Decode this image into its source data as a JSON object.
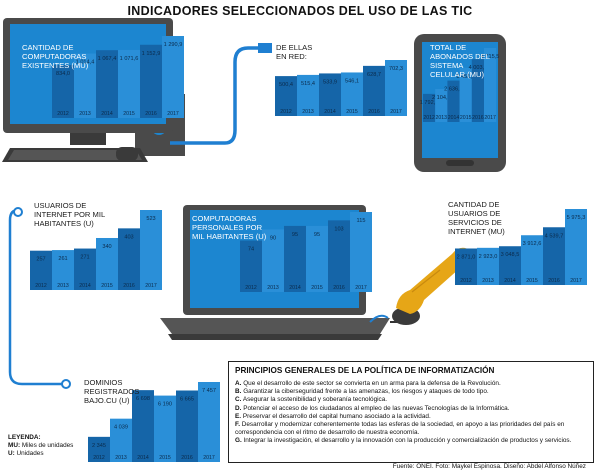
{
  "title": "INDICADORES SELECCIONADOS DEL USO DE LAS TIC",
  "colors": {
    "bar_dark": "#1565a8",
    "bar_light": "#2a8fd8",
    "screen": "#1c86d0",
    "device": "#4a4a4a",
    "cable": "#1f7fd1",
    "hand": "#e6a617"
  },
  "chart_data": [
    {
      "type": "bar",
      "title": "CANTIDAD DE COMPUTADORAS EXISTENTES (MU)",
      "categories": [
        "2012",
        "2013",
        "2014",
        "2015",
        "2016",
        "2017"
      ],
      "values": [
        834.0,
        1014.4,
        1067.4,
        1071.6,
        1152.9,
        1290.9
      ],
      "value_labels": [
        "834,0",
        "1 014,4",
        "1 067,4",
        "1 071,6",
        "1 152,9",
        "1 290,9"
      ]
    },
    {
      "type": "bar",
      "title": "DE ELLAS EN RED:",
      "categories": [
        "2012",
        "2013",
        "2014",
        "2015",
        "2016",
        "2017"
      ],
      "values": [
        500.4,
        515.4,
        533.9,
        546.1,
        628.7,
        702.3
      ],
      "value_labels": [
        "500,4",
        "515,4",
        "533,9",
        "546,1",
        "628,7",
        "702,3"
      ]
    },
    {
      "type": "bar",
      "title": "TOTAL DE ABONADOS DEL SISTEMA CELULAR (MU)",
      "categories": [
        "2012",
        "2013",
        "2014",
        "2015",
        "2016",
        "2017"
      ],
      "values": [
        1792.3,
        2104.6,
        2636.8,
        3451.5,
        4003.7,
        4715.5
      ],
      "value_labels": [
        "1 792,3",
        "2 104,6",
        "2 636,8",
        "3 451,5",
        "4 003,7",
        "4 715,5"
      ]
    },
    {
      "type": "bar",
      "title": "USUARIOS DE INTERNET POR MIL HABITANTES (U)",
      "categories": [
        "2012",
        "2013",
        "2014",
        "2015",
        "2016",
        "2017"
      ],
      "values": [
        257,
        261,
        271,
        340,
        403,
        523
      ],
      "value_labels": [
        "257",
        "261",
        "271",
        "340",
        "403",
        "523"
      ]
    },
    {
      "type": "bar",
      "title": "COMPUTADORAS PERSONALES POR MIL HABITANTES (U)",
      "categories": [
        "2012",
        "2013",
        "2014",
        "2015",
        "2016",
        "2017"
      ],
      "values": [
        74,
        90,
        95,
        95,
        103,
        115
      ],
      "value_labels": [
        "74",
        "90",
        "95",
        "95",
        "103",
        "115"
      ]
    },
    {
      "type": "bar",
      "title": "CANTIDAD DE USUARIOS DE SERVICIOS DE INTERNET (MU)",
      "categories": [
        "2012",
        "2013",
        "2014",
        "2015",
        "2016",
        "2017"
      ],
      "values": [
        2871.0,
        2923.0,
        3048.5,
        3912.6,
        4539.7,
        5975.3
      ],
      "value_labels": [
        "2 871,0",
        "2 923,0",
        "3 048,5",
        "3 912,6",
        "4 539,7",
        "5 975,3"
      ]
    },
    {
      "type": "bar",
      "title": "DOMINIOS REGISTRADOS BAJO.CU (U)",
      "categories": [
        "2012",
        "2013",
        "2014",
        "2015",
        "2016",
        "2017"
      ],
      "values": [
        2345,
        4039,
        6698,
        6190,
        6665,
        7457
      ],
      "value_labels": [
        "2 345",
        "4 039",
        "6 698",
        "6 190",
        "6 665",
        "7 457"
      ]
    }
  ],
  "principles": {
    "title": "PRINCIPIOS GENERALES DE LA POLÍTICA DE INFORMATIZACIÓN",
    "items": [
      {
        "letter": "A.",
        "text": "Que el desarrollo de este sector se convierta en un arma para la defensa de la Revolución."
      },
      {
        "letter": "B.",
        "text": "Garantizar la ciberseguridad frente a las amenazas, los riesgos y ataques de todo tipo."
      },
      {
        "letter": "C.",
        "text": "Asegurar la sostenibilidad y soberanía tecnológica."
      },
      {
        "letter": "D.",
        "text": "Potenciar el acceso de los ciudadanos al empleo de las nuevas Tecnologías de la Informática."
      },
      {
        "letter": "E.",
        "text": "Preservar el desarrollo del capital humano asociado a la actividad."
      },
      {
        "letter": "F.",
        "text": "Desarrollar y modernizar coherentemente todas las esferas de la sociedad, en apoyo a las prioridades del país en correspondencia con el ritmo de desarrollo de nuestra economía."
      },
      {
        "letter": "G.",
        "text": "Integrar la investigación, el desarrollo y la innovación con la producción y comercialización de productos y servicios."
      }
    ]
  },
  "legend": {
    "title": "LEYENDA:",
    "items": [
      {
        "key": "MU:",
        "text": "Miles de unidades"
      },
      {
        "key": "U:",
        "text": "Unidades"
      }
    ]
  },
  "footer": "Fuente: ONEI. Foto: Maykel Espinosa. Diseño: Abdel Alfonso Núñez"
}
